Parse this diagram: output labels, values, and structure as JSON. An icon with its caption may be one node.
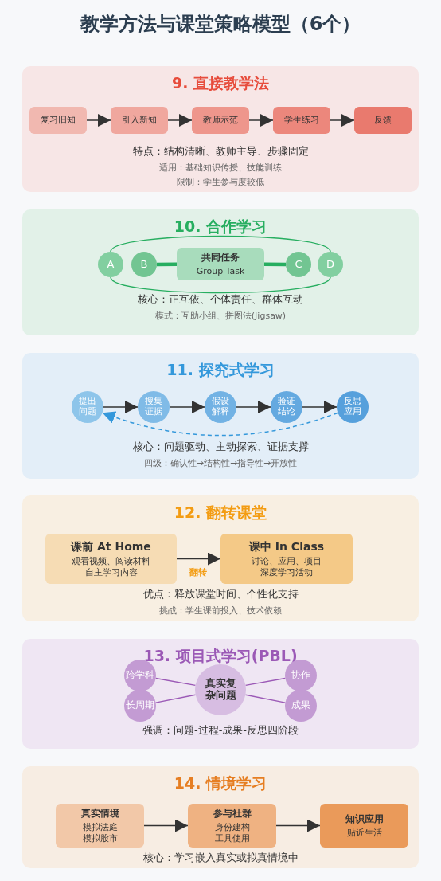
{
  "diagram": {
    "title": "教学方法与课堂策略模型（6个）",
    "nodes": [
      {
        "text": [
          "9. 直接教学法",
          "特点：结构清晰、教师主导、步骤固定",
          "适用：基础知识传授、技能训练",
          "限制：学生参与度较低"
        ]
      },
      {
        "text": [
          "复习旧知"
        ],
        "in": 0
      },
      {
        "text": [
          "引入新知"
        ],
        "in": 0
      },
      {
        "text": [
          "教师示范"
        ],
        "in": 0
      },
      {
        "text": [
          "学生练习"
        ],
        "in": 0
      },
      {
        "text": [
          "反馈"
        ],
        "in": 0
      },
      {
        "text": [
          "10. 合作学习",
          "核心：正互依、个体责任、群体互动",
          "模式：互助小组、拼图法(Jigsaw)"
        ]
      },
      {
        "text": [
          "A"
        ],
        "in": 6
      },
      {
        "text": [
          "B"
        ],
        "in": 6
      },
      {
        "text": [
          "共同任务",
          "Group Task"
        ],
        "in": 6
      },
      {
        "text": [
          "C"
        ],
        "in": 6
      },
      {
        "text": [
          "D"
        ],
        "in": 6
      },
      {
        "text": [
          "11. 探究式学习",
          "核心：问题驱动、主动探索、证据支撑",
          "四级：确认性→结构性→指导性→开放性"
        ]
      },
      {
        "text": [
          "提出问题"
        ],
        "in": 12
      },
      {
        "text": [
          "搜集证据"
        ],
        "in": 12
      },
      {
        "text": [
          "假设解释"
        ],
        "in": 12
      },
      {
        "text": [
          "验证结论"
        ],
        "in": 12
      },
      {
        "text": [
          "反思应用"
        ],
        "in": 12
      },
      {
        "text": [
          "12. 翻转课堂",
          "优点：释放课堂时间、个性化支持",
          "挑战：学生课前投入、技术依赖"
        ]
      },
      {
        "text": [
          "课前 At Home",
          "观看视频、阅读材料",
          "自主学习内容"
        ],
        "in": 18
      },
      {
        "text": [
          "课中 In Class",
          "讨论、应用、项目",
          "深度学习活动"
        ],
        "in": 18
      },
      {
        "text": [
          "13. 项目式学习(PBL)",
          "强调：问题-过程-成果-反思四阶段"
        ]
      },
      {
        "text": [
          "真实复杂问题"
        ],
        "in": 21
      },
      {
        "text": [
          "跨学科"
        ],
        "in": 21
      },
      {
        "text": [
          "长周期"
        ],
        "in": 21
      },
      {
        "text": [
          "协作"
        ],
        "in": 21
      },
      {
        "text": [
          "成果"
        ],
        "in": 21
      },
      {
        "text": [
          "14. 情境学习",
          "核心：学习嵌入真实或拟真情境中"
        ]
      },
      {
        "text": [
          "真实情境",
          "模拟法庭",
          "模拟股市"
        ],
        "in": 27
      },
      {
        "text": [
          "参与社群",
          "身份建构",
          "工具使用"
        ],
        "in": 27
      },
      {
        "text": [
          "知识应用",
          "贴近生活"
        ],
        "in": 27
      }
    ],
    "edges": [
      {
        "from": 1,
        "to": 2,
        "arrow": "to"
      },
      {
        "from": 2,
        "to": 3,
        "arrow": "to"
      },
      {
        "from": 3,
        "to": 4,
        "arrow": "to"
      },
      {
        "from": 4,
        "to": 5,
        "arrow": "to"
      },
      {
        "from": 8,
        "to": 9,
        "arrow": "none",
        "style": "thick",
        "color": "#27ae60"
      },
      {
        "from": 9,
        "to": 10,
        "arrow": "none",
        "style": "thick",
        "color": "#27ae60"
      },
      {
        "from": 7,
        "to": 11,
        "arrow": "none",
        "color": "#27ae60"
      },
      {
        "from": 7,
        "to": 11,
        "arrow": "none",
        "color": "#27ae60"
      },
      {
        "from": 13,
        "to": 14,
        "arrow": "to"
      },
      {
        "from": 14,
        "to": 15,
        "arrow": "to"
      },
      {
        "from": 15,
        "to": 16,
        "arrow": "to"
      },
      {
        "from": 16,
        "to": 17,
        "arrow": "to"
      },
      {
        "from": 17,
        "to": 13,
        "arrow": "to",
        "style": "dashed",
        "color": "#3498db"
      },
      {
        "from": 19,
        "to": 20,
        "arrow": "to",
        "label": "翻转"
      },
      {
        "from": 22,
        "to": 23,
        "arrow": "none",
        "color": "#9b59b6"
      },
      {
        "from": 22,
        "to": 24,
        "arrow": "none",
        "color": "#9b59b6"
      },
      {
        "from": 22,
        "to": 25,
        "arrow": "none",
        "color": "#9b59b6"
      },
      {
        "from": 22,
        "to": 26,
        "arrow": "none",
        "color": "#9b59b6"
      },
      {
        "from": 28,
        "to": 29,
        "arrow": "to"
      },
      {
        "from": 29,
        "to": 30,
        "arrow": "to"
      }
    ]
  }
}
